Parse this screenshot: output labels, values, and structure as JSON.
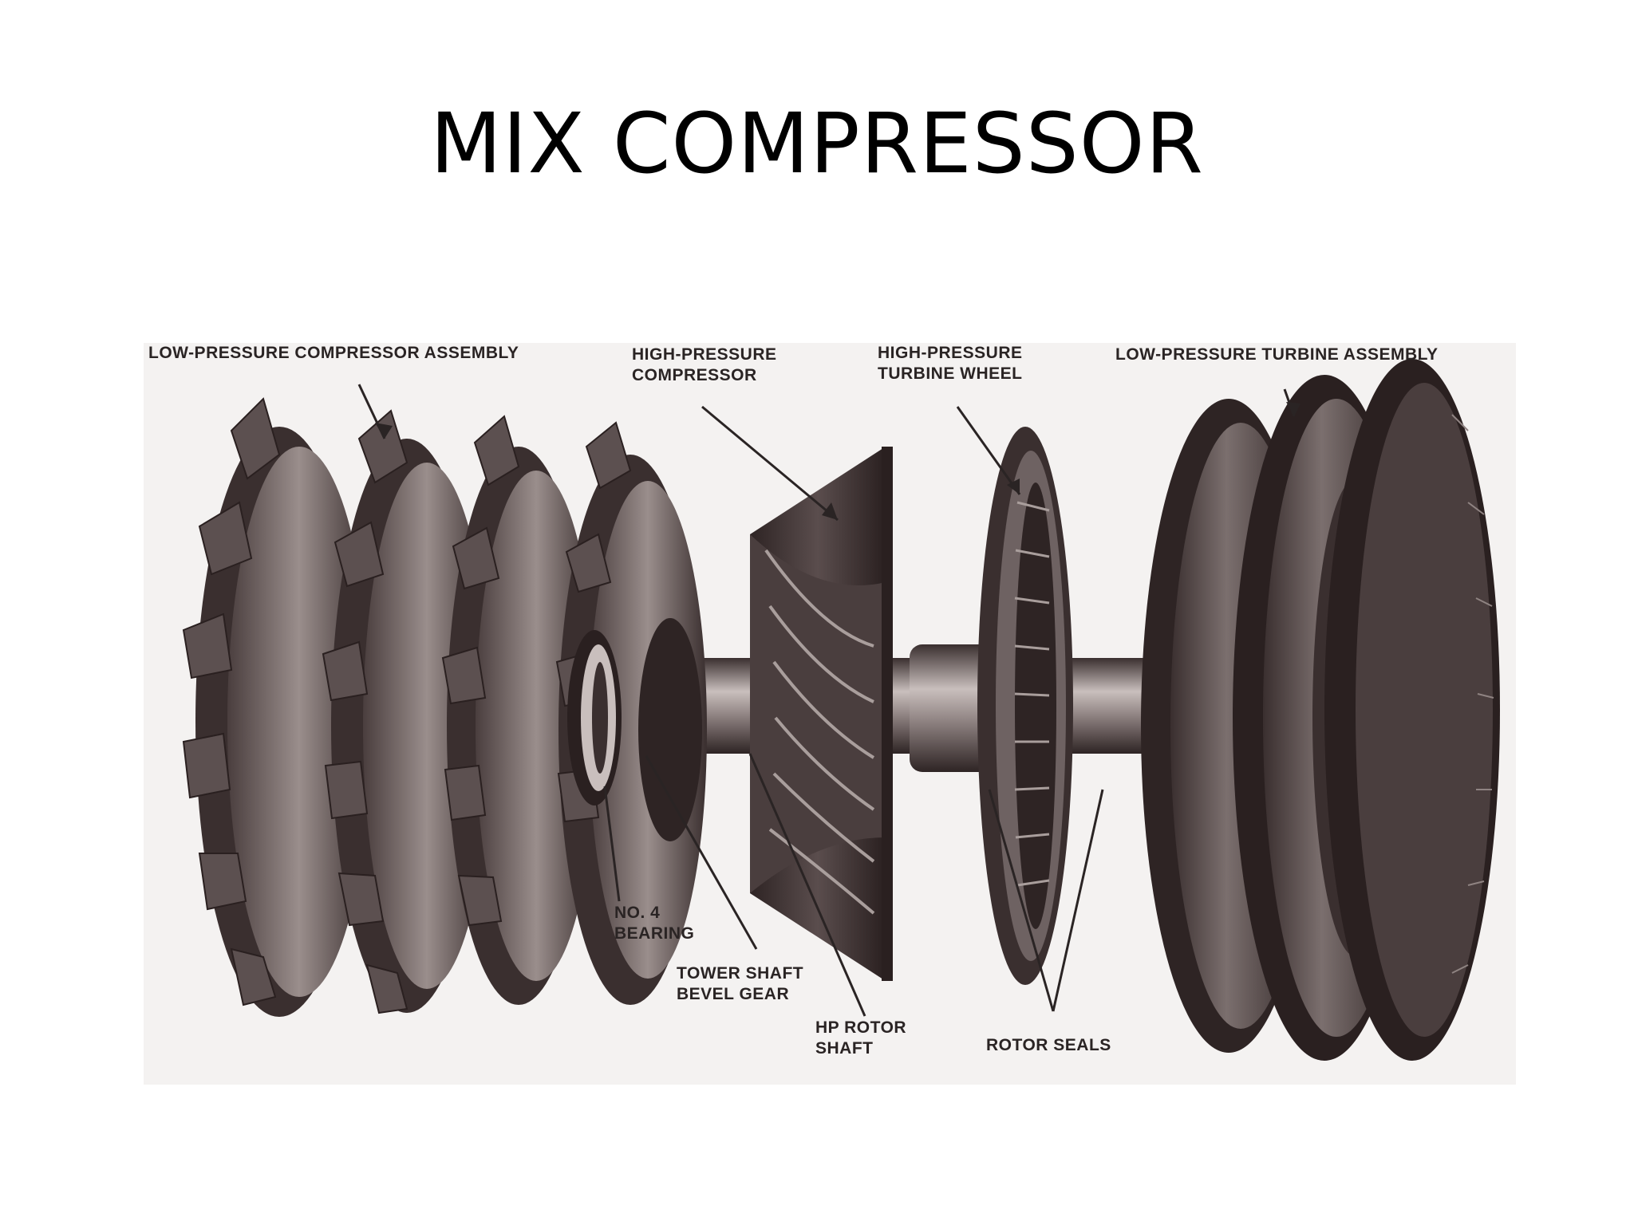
{
  "slide": {
    "title": "MIX COMPRESSOR"
  },
  "diagram": {
    "labels": {
      "lp_compressor_assembly": "LOW-PRESSURE COMPRESSOR ASSEMBLY",
      "hp_compressor": "HIGH-PRESSURE\nCOMPRESSOR",
      "hp_turbine_wheel": "HIGH-PRESSURE\nTURBINE WHEEL",
      "lp_turbine_assembly": "LOW-PRESSURE TURBINE ASSEMBLY",
      "no4_bearing": "NO. 4\nBEARING",
      "tower_shaft_bevel_gear": "TOWER SHAFT\nBEVEL GEAR",
      "hp_rotor_shaft": "HP ROTOR\nSHAFT",
      "rotor_seals": "ROTOR SEALS"
    },
    "colors": {
      "ink": "#2a2424",
      "metal_dark": "#3a2f2f",
      "metal_mid": "#6e6262",
      "metal_light": "#a99e9c",
      "paper": "#f4f2f1"
    }
  }
}
